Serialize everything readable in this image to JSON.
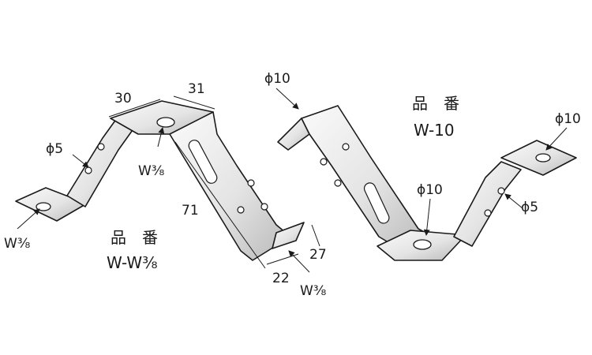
{
  "colors": {
    "ink": "#1a1a1a",
    "metal_light": "#f2f2f2",
    "metal_mid": "#d6d6d6",
    "metal_dark": "#9a9a9a",
    "background": "#ffffff"
  },
  "left_part": {
    "title_label": "品　番",
    "part_number": "W-W³⁄₈",
    "dimensions": {
      "d30": "30",
      "d31": "31",
      "d71": "71",
      "d27": "27",
      "d22": "22"
    },
    "hole_callouts": {
      "phi5": "ϕ5",
      "w_top": "W³⁄₈",
      "w_left": "W³⁄₈",
      "w_bottom": "W³⁄₈"
    }
  },
  "right_part": {
    "title_label": "品　番",
    "part_number": "W-10",
    "hole_callouts": {
      "phi10_top": "ϕ10",
      "phi10_right": "ϕ10",
      "phi10_middle": "ϕ10",
      "phi5": "ϕ5"
    }
  }
}
